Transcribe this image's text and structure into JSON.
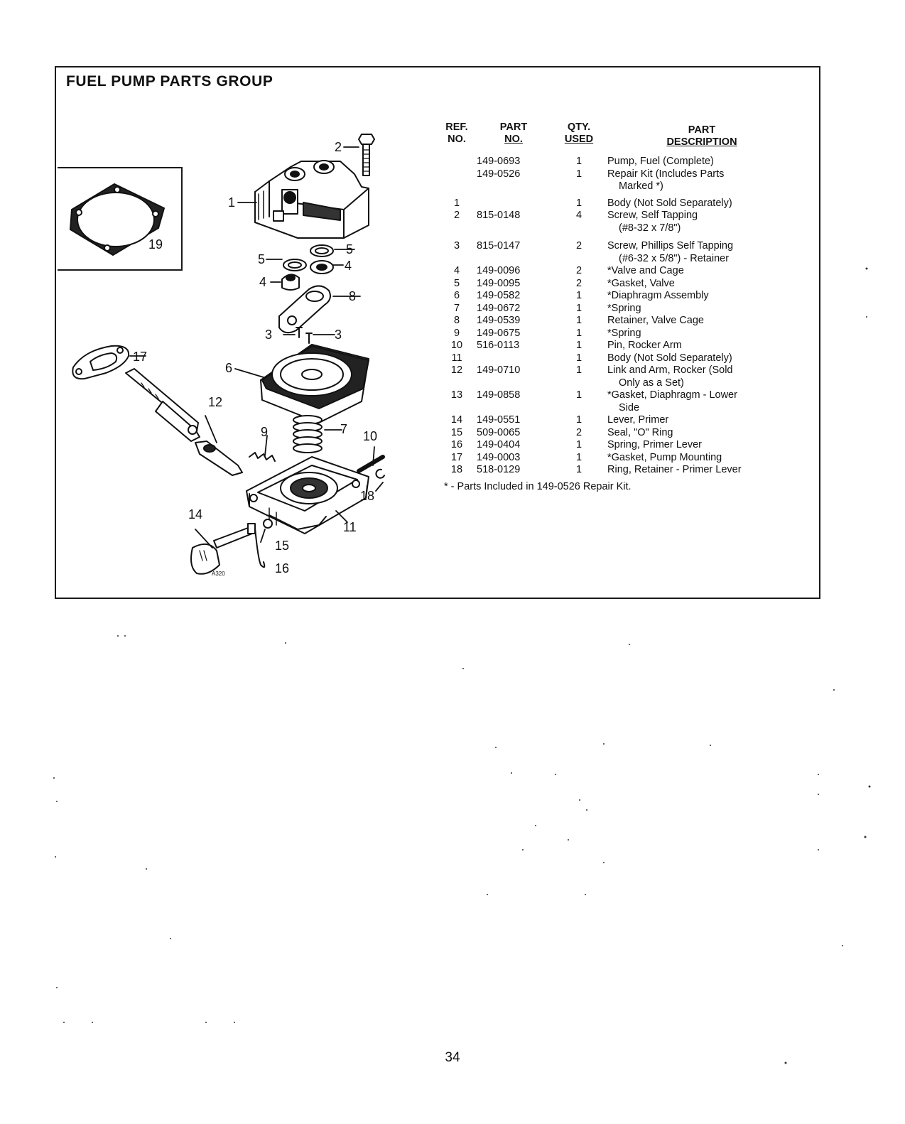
{
  "title": "FUEL PUMP PARTS GROUP",
  "figure_code": "A320",
  "callouts": [
    "1",
    "2",
    "3",
    "3",
    "4",
    "4",
    "5",
    "5",
    "6",
    "7",
    "8",
    "9",
    "10",
    "11",
    "12",
    "14",
    "15",
    "16",
    "17",
    "18",
    "19"
  ],
  "table": {
    "headers": {
      "ref_no": [
        "REF.",
        "NO."
      ],
      "part_no": [
        "PART",
        "NO."
      ],
      "qty_used": [
        "QTY.",
        "USED"
      ],
      "description": [
        "PART",
        "DESCRIPTION"
      ]
    },
    "rows": [
      {
        "ref": "",
        "part": "149-0693",
        "qty": "1",
        "desc": [
          "Pump, Fuel (Complete)"
        ]
      },
      {
        "ref": "",
        "part": "149-0526",
        "qty": "1",
        "desc": [
          "Repair Kit (Includes Parts",
          "Marked *)"
        ]
      },
      {
        "ref": "1",
        "part": "",
        "qty": "1",
        "desc": [
          "Body (Not Sold Separately)"
        ]
      },
      {
        "ref": "2",
        "part": "815-0148",
        "qty": "4",
        "desc": [
          "Screw, Self Tapping",
          "(#8-32 x 7/8\")"
        ]
      },
      {
        "ref": "3",
        "part": "815-0147",
        "qty": "2",
        "desc": [
          "Screw, Phillips Self Tapping",
          "(#6-32 x 5/8\") - Retainer"
        ]
      },
      {
        "ref": "4",
        "part": "149-0096",
        "qty": "2",
        "desc": [
          "*Valve and Cage"
        ]
      },
      {
        "ref": "5",
        "part": "149-0095",
        "qty": "2",
        "desc": [
          "*Gasket, Valve"
        ]
      },
      {
        "ref": "6",
        "part": "149-0582",
        "qty": "1",
        "desc": [
          "*Diaphragm Assembly"
        ]
      },
      {
        "ref": "7",
        "part": "149-0672",
        "qty": "1",
        "desc": [
          "*Spring"
        ]
      },
      {
        "ref": "8",
        "part": "149-0539",
        "qty": "1",
        "desc": [
          "Retainer, Valve Cage"
        ]
      },
      {
        "ref": "9",
        "part": "149-0675",
        "qty": "1",
        "desc": [
          "*Spring"
        ]
      },
      {
        "ref": "10",
        "part": "516-0113",
        "qty": "1",
        "desc": [
          "Pin, Rocker Arm"
        ]
      },
      {
        "ref": "11",
        "part": "",
        "qty": "1",
        "desc": [
          "Body (Not Sold Separately)"
        ]
      },
      {
        "ref": "12",
        "part": "149-0710",
        "qty": "1",
        "desc": [
          "Link and Arm, Rocker (Sold",
          "Only as a Set)"
        ]
      },
      {
        "ref": "13",
        "part": "149-0858",
        "qty": "1",
        "desc": [
          "*Gasket, Diaphragm - Lower",
          "Side"
        ]
      },
      {
        "ref": "14",
        "part": "149-0551",
        "qty": "1",
        "desc": [
          "Lever, Primer"
        ]
      },
      {
        "ref": "15",
        "part": "509-0065",
        "qty": "2",
        "desc": [
          "Seal, \"O\" Ring"
        ]
      },
      {
        "ref": "16",
        "part": "149-0404",
        "qty": "1",
        "desc": [
          "Spring, Primer Lever"
        ]
      },
      {
        "ref": "17",
        "part": "149-0003",
        "qty": "1",
        "desc": [
          "*Gasket, Pump Mounting"
        ]
      },
      {
        "ref": "18",
        "part": "518-0129",
        "qty": "1",
        "desc": [
          "Ring, Retainer - Primer Lever"
        ]
      }
    ]
  },
  "footnote": "* - Parts Included in 149-0526 Repair Kit.",
  "page_number": "34"
}
